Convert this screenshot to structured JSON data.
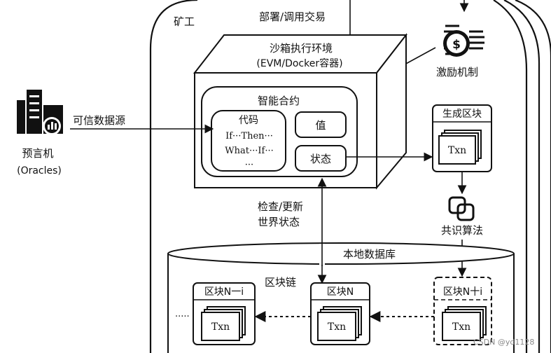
{
  "miner_label": "矿工",
  "deploy_label": "部署/调用交易",
  "incentive_label": "激励机制",
  "sandbox": {
    "title": "沙箱执行环境",
    "subtitle": "(EVM/Docker容器)"
  },
  "contract": {
    "title": "智能合约",
    "code_title": "代码",
    "code_lines": [
      "If···Then···",
      "What···If···",
      "···"
    ],
    "value_label": "值",
    "state_label": "状态"
  },
  "oracle": {
    "name": "预言机",
    "sub": "(Oracles)",
    "source_label": "可信数据源"
  },
  "generate_block_label": "生成区块",
  "txn_label": "Txn",
  "consensus_label": "共识算法",
  "check_label": [
    "检查/更新",
    "世界状态"
  ],
  "local_db_label": "本地数据库",
  "chain_label": "区块链",
  "blocks": [
    "区块N一i",
    "区块N",
    "区块N十i"
  ],
  "dots": "·····",
  "watermark": "CSDN @yd1128"
}
